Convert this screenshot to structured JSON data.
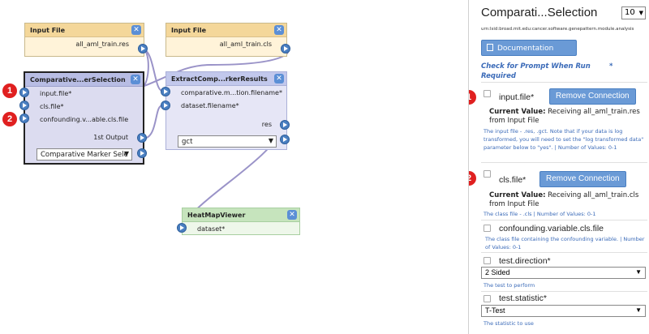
{
  "canvas": {
    "input_file_1": {
      "title": "Input File",
      "output": "all_aml_train.res"
    },
    "input_file_2": {
      "title": "Input File",
      "output": "all_aml_train.cls"
    },
    "comparative": {
      "title": "Comparative...erSelection",
      "inputs": [
        "input.file*",
        "cls.file*",
        "confounding.v...able.cls.file"
      ],
      "output": "1st Output",
      "select": "Comparative Marker Sele"
    },
    "extract": {
      "title": "ExtractComp...rkerResults",
      "inputs": [
        "comparative.m...tion.filename*",
        "dataset.filename*"
      ],
      "output": "res",
      "select": "gct"
    },
    "heatmap": {
      "title": "HeatMapViewer",
      "input": "dataset*"
    },
    "badges": [
      "1",
      "2"
    ],
    "close_glyph": "✕"
  },
  "panel": {
    "title": "Comparati...Selection",
    "version": "10",
    "urn": "urn:lsid:broad.mit.edu:cancer.software.genepattern.module.analysis",
    "documentation_label": "Documentation",
    "prompt_label": "Check for Prompt When Run Required",
    "prompt_star": "*",
    "badges": [
      "1",
      "2"
    ],
    "params": [
      {
        "name": "input.file*",
        "button": "Remove Connection",
        "current_value_label": "Current Value:",
        "current_value": "Receiving all_aml_train.res from Input File",
        "description": "The input file - .res, .gct. Note that if your data is log transformed, you will need to set the \"log transformed data\" parameter below to \"yes\". | Number of Values: 0-1"
      },
      {
        "name": "cls.file*",
        "button": "Remove Connection",
        "current_value_label": "Current Value:",
        "current_value": "Receiving all_aml_train.cls from Input File",
        "description": "The class file - .cls | Number of Values: 0-1"
      },
      {
        "name": "confounding.variable.cls.file",
        "description": "The class file containing the confounding variable. | Number of Values: 0-1"
      },
      {
        "name": "test.direction*",
        "select": "2 Sided",
        "description": "The test to perform"
      },
      {
        "name": "test.statistic*",
        "select": "T-Test",
        "description": "The statistic to use"
      }
    ]
  },
  "colors": {
    "accent": "#4a7fc1",
    "badge": "#e02020",
    "desc": "#3a6ab8"
  }
}
